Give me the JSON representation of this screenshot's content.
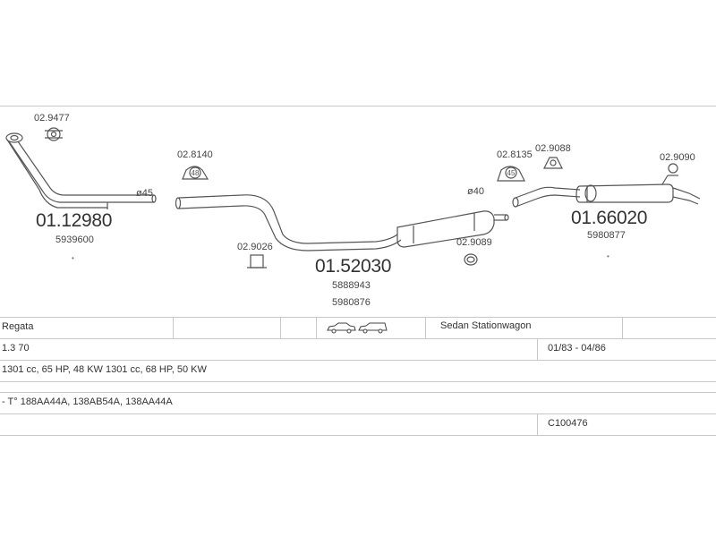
{
  "parts": {
    "front_pipe": {
      "code": "01.12980",
      "oe": "5939600",
      "clamp": "02.9477",
      "diameter": "ø45"
    },
    "center_section": {
      "code": "01.52030",
      "oe_1": "5888943",
      "oe_2": "5980876",
      "hanger": "02.8140",
      "hanger_ring_label": "48",
      "bracket": "02.9026",
      "diameter": "ø40",
      "ring": "02.9089"
    },
    "rear_silencer": {
      "code": "01.66020",
      "oe": "5980877",
      "hanger_left": "02.8135",
      "hanger_ring_label": "45",
      "bracket": "02.9088",
      "hanger_right": "02.9090"
    }
  },
  "table": {
    "row1": {
      "model": "Regata",
      "body": "Sedan Stationwagon"
    },
    "row2": {
      "engine": "1.3 70",
      "years": "01/83 - 04/86"
    },
    "row3": {
      "power": "1301 cc, 65 HP, 48 KW 1301 cc, 68 HP, 50 KW"
    },
    "row4": {
      "engine_codes": "- T° 188AA44A, 138AB54A, 138AA44A"
    },
    "row5": {
      "kit": "C100476"
    }
  },
  "icons": [
    "sedan-car-icon",
    "station-wagon-car-icon"
  ],
  "colors": {
    "line": "#555555",
    "rule": "#c8c8c8",
    "text": "#333333"
  }
}
